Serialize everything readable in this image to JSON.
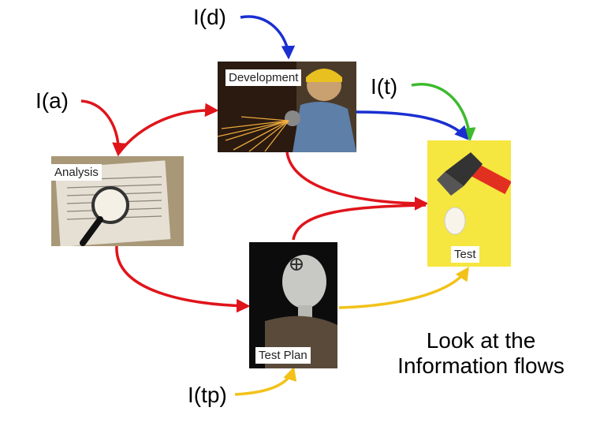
{
  "inputs": {
    "design": "I(d)",
    "analysis": "I(a)",
    "test": "I(t)",
    "test_plan": "I(tp)"
  },
  "stages": {
    "development": "Development",
    "analysis": "Analysis",
    "test": "Test",
    "test_plan": "Test Plan"
  },
  "note": {
    "line1": "Look at the",
    "line2": "Information flows"
  },
  "colors": {
    "red": "#e0141b",
    "blue": "#1a2fd0",
    "green": "#3dba2e",
    "yellow": "#f2c21a"
  }
}
